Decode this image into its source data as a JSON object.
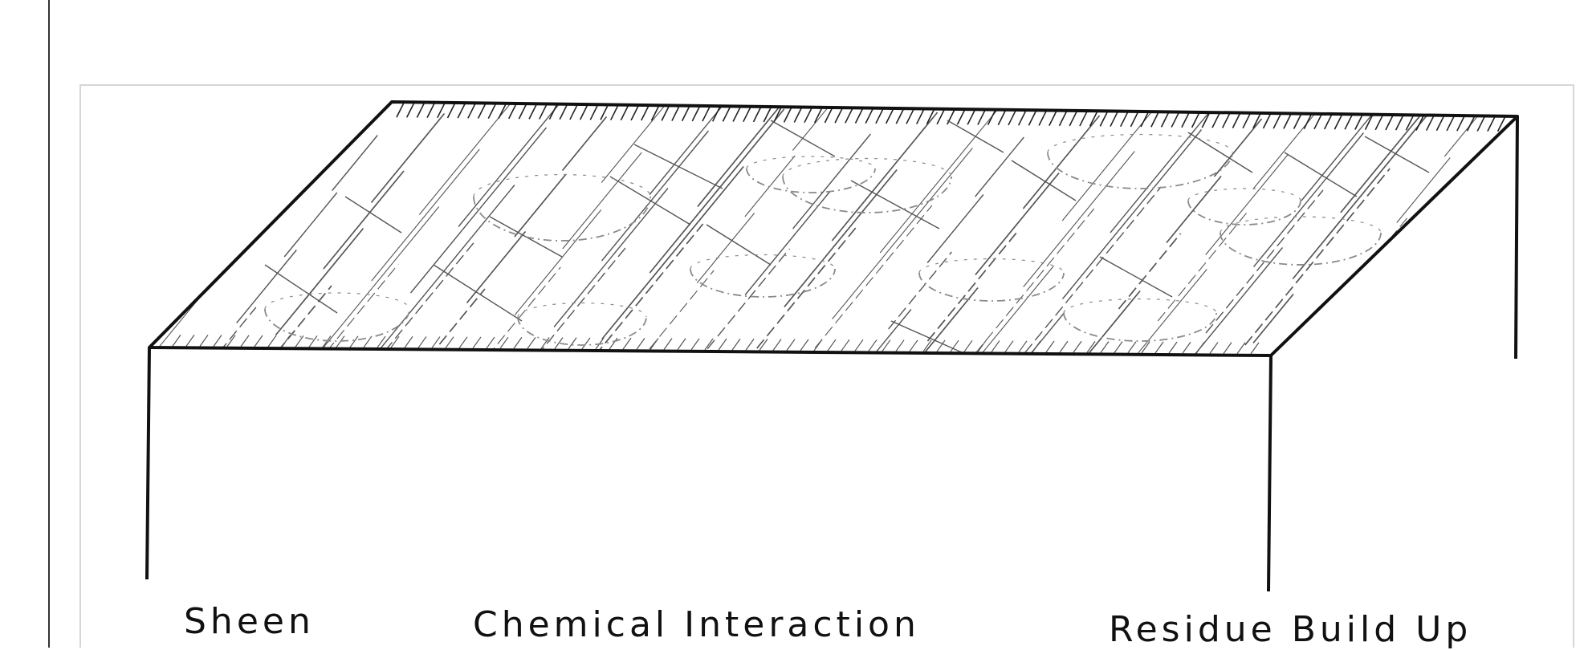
{
  "diagram": {
    "labels": {
      "sheen": "Sheen",
      "chemical_interaction": "Chemical Interaction",
      "residue_build_up": "Residue Build Up"
    }
  },
  "colors": {
    "background": "#ffffff",
    "frame": "#d6d6d6",
    "outline": "#111111",
    "hatch": "#555555",
    "dotted": "#8a8a8a"
  }
}
